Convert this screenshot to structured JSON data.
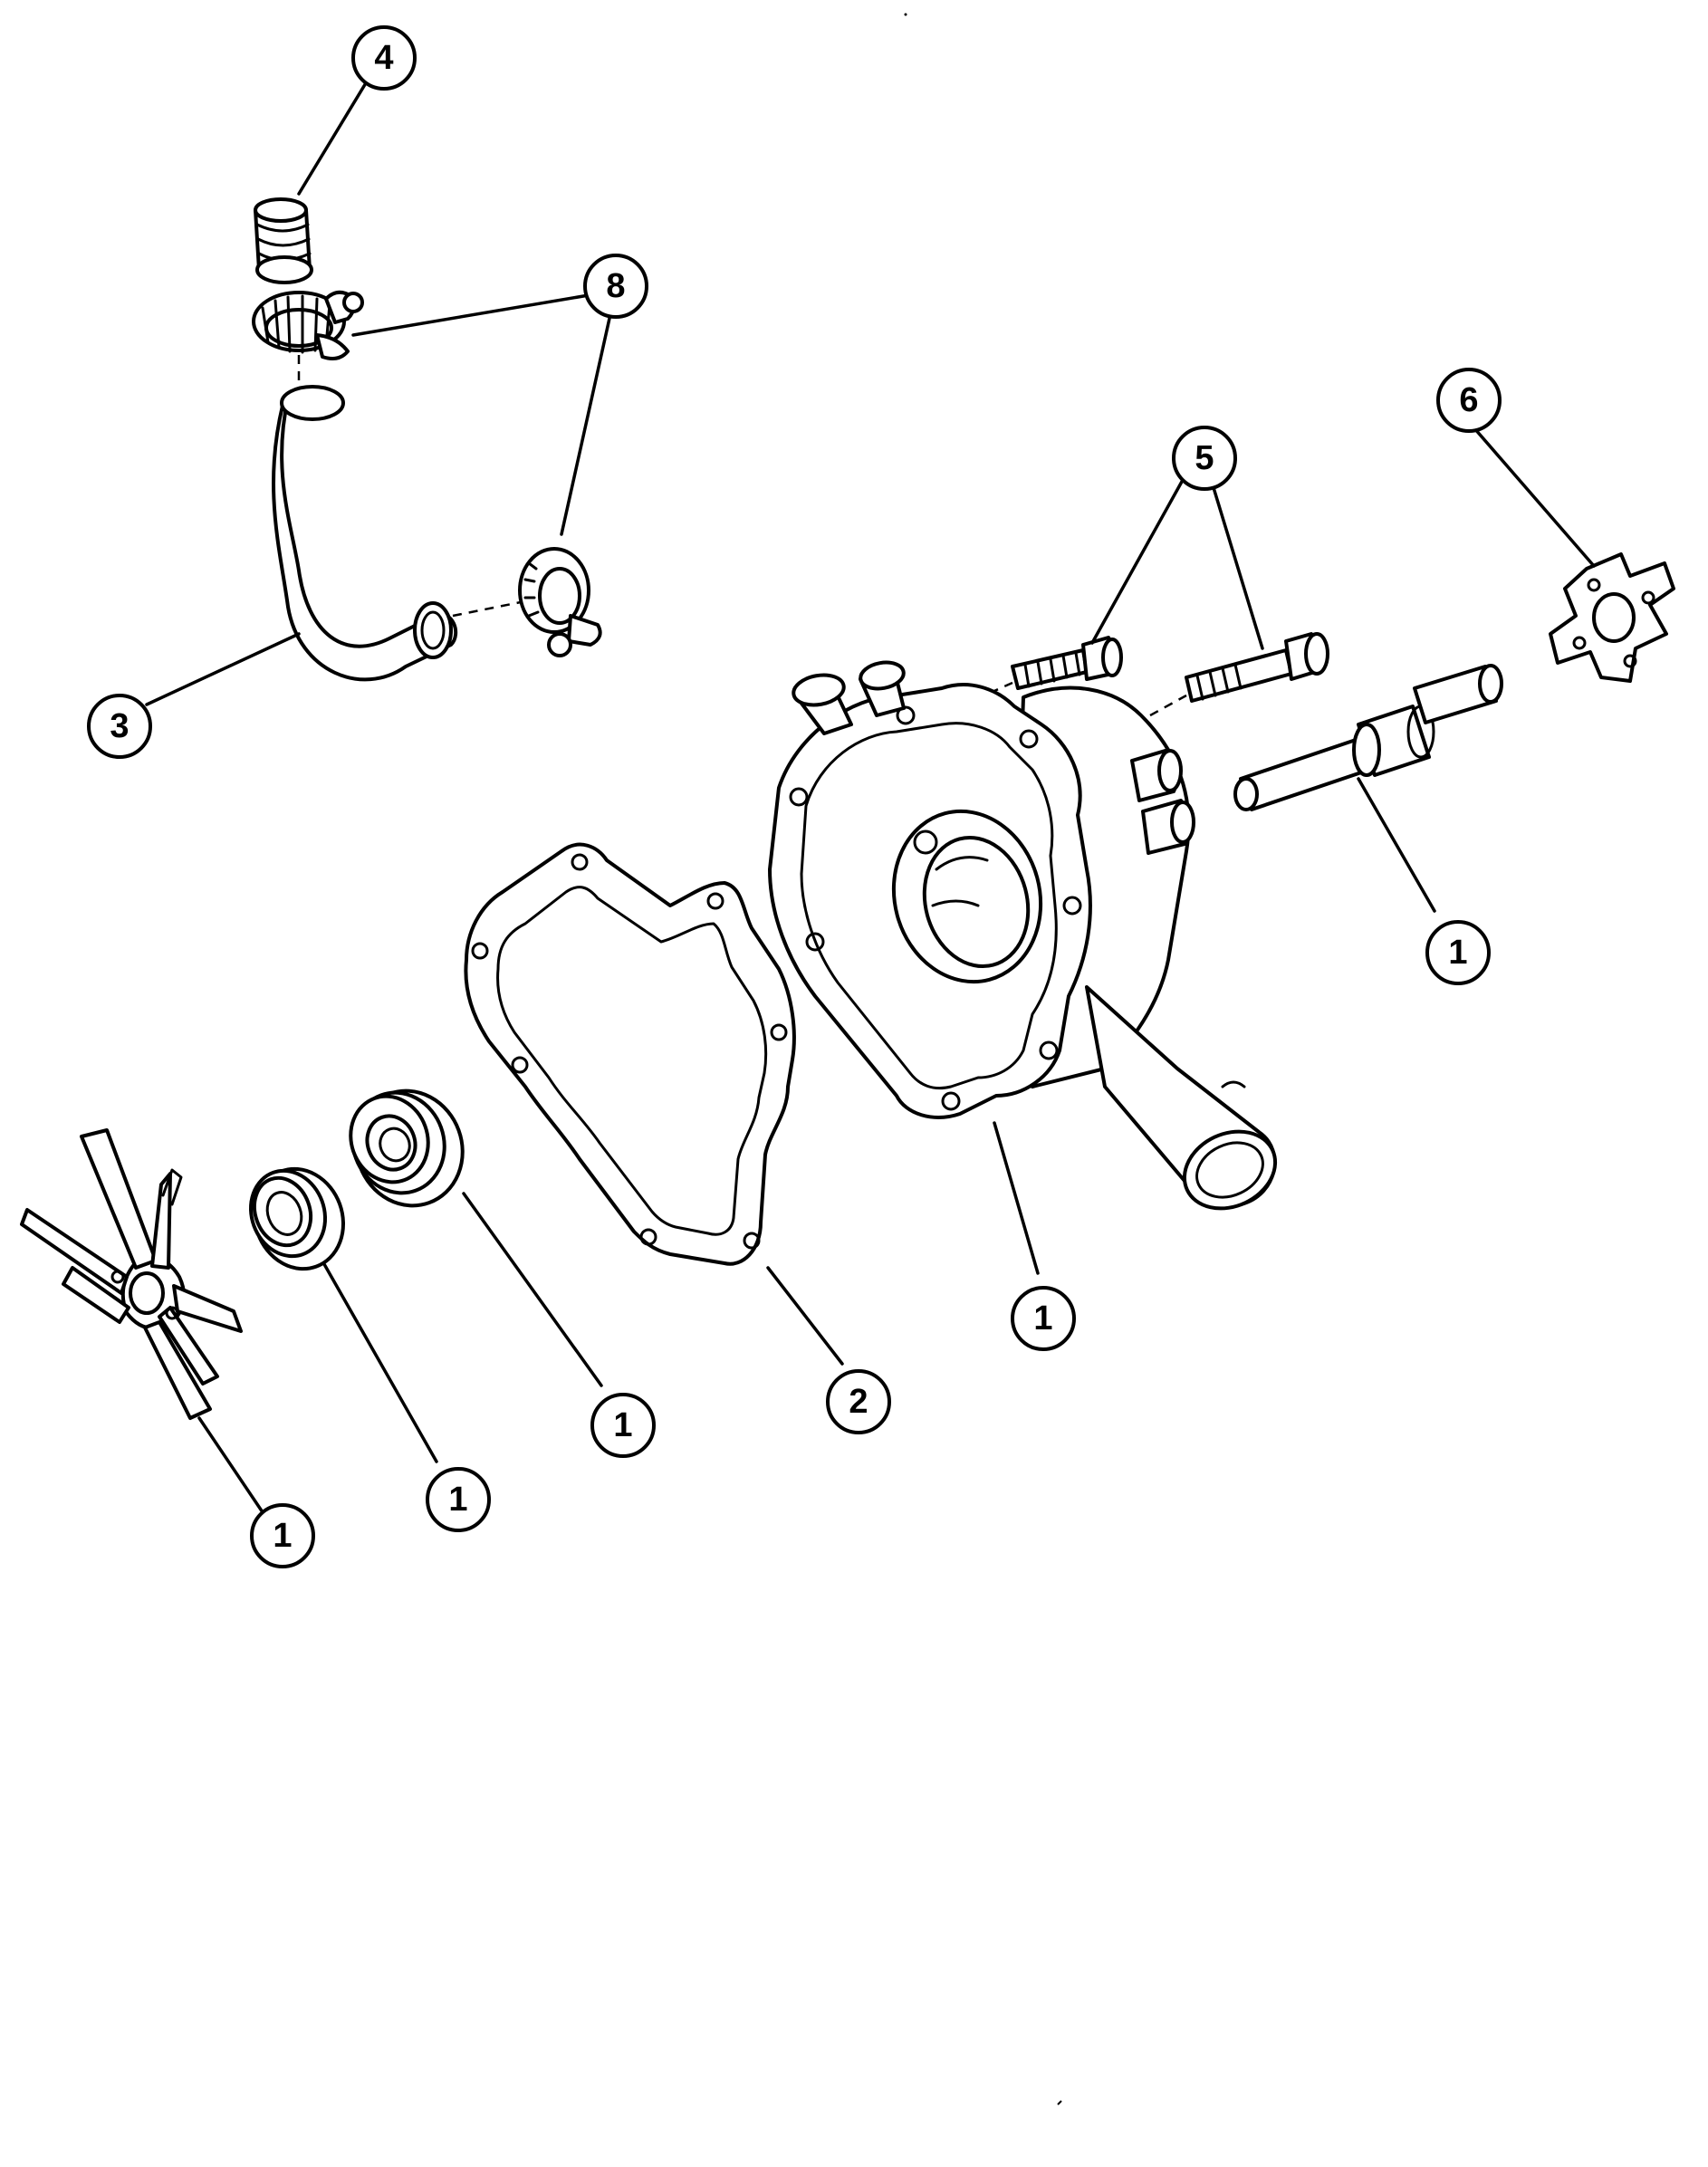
{
  "callouts": [
    {
      "id": "c4",
      "label": "4"
    },
    {
      "id": "c8",
      "label": "8"
    },
    {
      "id": "c3",
      "label": "3"
    },
    {
      "id": "c6",
      "label": "6"
    },
    {
      "id": "c5",
      "label": "5"
    },
    {
      "id": "c1-shaft",
      "label": "1"
    },
    {
      "id": "c1-housing",
      "label": "1"
    },
    {
      "id": "c2",
      "label": "2"
    },
    {
      "id": "c1-pulley-large",
      "label": "1"
    },
    {
      "id": "c1-pulley-small",
      "label": "1"
    },
    {
      "id": "c1-impeller",
      "label": "1"
    }
  ],
  "colors": {
    "line": "#000000",
    "background": "#ffffff"
  }
}
